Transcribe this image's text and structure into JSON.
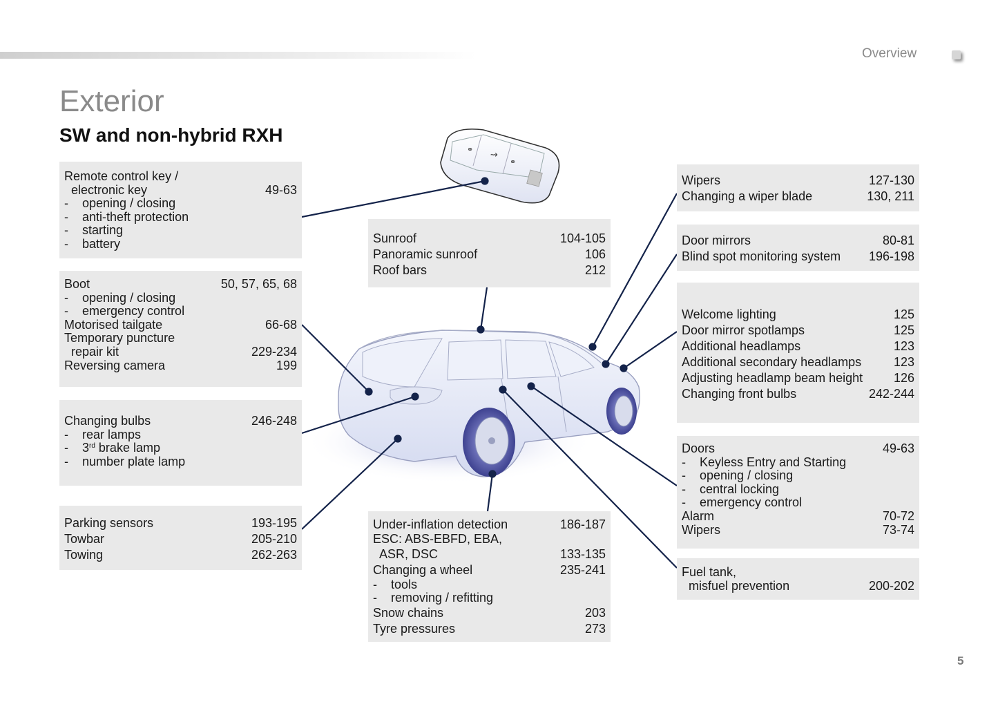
{
  "header": {
    "section": "Overview",
    "title": "Exterior",
    "subtitle": "SW and non-hybrid RXH",
    "page_number": "5"
  },
  "colors": {
    "box_background": "#e9e9e9",
    "leader_line": "#14234a",
    "title_gray": "#8a8a8a"
  },
  "boxes": {
    "remote_key": {
      "rows": [
        {
          "label": "Remote control key /",
          "page": ""
        },
        {
          "label": "  electronic key",
          "page": "49-63"
        },
        {
          "label": "-    opening / closing",
          "page": ""
        },
        {
          "label": "-    anti-theft protection",
          "page": ""
        },
        {
          "label": "-    starting",
          "page": ""
        },
        {
          "label": "-    battery",
          "page": ""
        }
      ]
    },
    "boot": {
      "rows": [
        {
          "label": "Boot",
          "page": "50, 57, 65, 68"
        },
        {
          "label": "-    opening / closing",
          "page": ""
        },
        {
          "label": "-    emergency control",
          "page": ""
        },
        {
          "label": "Motorised tailgate",
          "page": "66-68"
        },
        {
          "label": "Temporary puncture",
          "page": ""
        },
        {
          "label": "  repair kit",
          "page": "229-234"
        },
        {
          "label": "Reversing camera",
          "page": "199"
        }
      ]
    },
    "bulbs": {
      "rows": [
        {
          "label": "Changing bulbs",
          "page": "246-248"
        },
        {
          "label": "-    rear lamps",
          "page": ""
        },
        {
          "label": "-    3",
          "sup": "rd",
          "rest": " brake lamp",
          "page": ""
        },
        {
          "label": "-    number plate lamp",
          "page": ""
        }
      ]
    },
    "parking": {
      "rows": [
        {
          "label": "Parking sensors",
          "page": "193-195"
        },
        {
          "label": "Towbar",
          "page": "205-210"
        },
        {
          "label": "Towing",
          "page": "262-263"
        }
      ]
    },
    "sunroof": {
      "rows": [
        {
          "label": "Sunroof",
          "page": "104-105"
        },
        {
          "label": "Panoramic sunroof",
          "page": "106"
        },
        {
          "label": "Roof bars",
          "page": "212"
        }
      ]
    },
    "wheels": {
      "rows": [
        {
          "label": "Under-inflation detection",
          "page": "186-187"
        },
        {
          "label": "ESC: ABS-EBFD, EBA,",
          "page": ""
        },
        {
          "label": "  ASR, DSC",
          "page": "133-135"
        },
        {
          "label": "Changing a wheel",
          "page": "235-241"
        },
        {
          "label": "-    tools",
          "page": ""
        },
        {
          "label": "-    removing / refitting",
          "page": ""
        },
        {
          "label": "Snow chains",
          "page": "203"
        },
        {
          "label": "Tyre pressures",
          "page": "273"
        }
      ]
    },
    "wipers": {
      "rows": [
        {
          "label": "Wipers",
          "page": "127-130"
        },
        {
          "label": "Changing a wiper blade",
          "page": "130, 211"
        }
      ]
    },
    "mirrors": {
      "rows": [
        {
          "label": "Door mirrors",
          "page": "80-81"
        },
        {
          "label": "Blind spot monitoring system",
          "page": "196-198"
        }
      ]
    },
    "lighting": {
      "rows": [
        {
          "label": "Welcome lighting",
          "page": "125"
        },
        {
          "label": "Door mirror spotlamps",
          "page": "125"
        },
        {
          "label": "Additional headlamps",
          "page": "123"
        },
        {
          "label": "Additional secondary headlamps",
          "page": "123"
        },
        {
          "label": "Adjusting headlamp beam height",
          "page": "126"
        },
        {
          "label": "Changing front bulbs",
          "page": "242-244"
        }
      ]
    },
    "doors": {
      "rows": [
        {
          "label": "Doors",
          "page": "49-63"
        },
        {
          "label": "-    Keyless Entry and Starting",
          "page": ""
        },
        {
          "label": "-    opening / closing",
          "page": ""
        },
        {
          "label": "-    central locking",
          "page": ""
        },
        {
          "label": "-    emergency control",
          "page": ""
        },
        {
          "label": "Alarm",
          "page": "70-72"
        },
        {
          "label": "Wipers",
          "page": "73-74"
        }
      ]
    },
    "fuel": {
      "rows": [
        {
          "label": "Fuel tank,",
          "page": ""
        },
        {
          "label": "  misfuel prevention",
          "page": "200-202"
        }
      ]
    }
  },
  "illustrations": {
    "key_fob": "remote-key-fob-illustration",
    "car": "estate-car-rear-three-quarter-illustration"
  }
}
